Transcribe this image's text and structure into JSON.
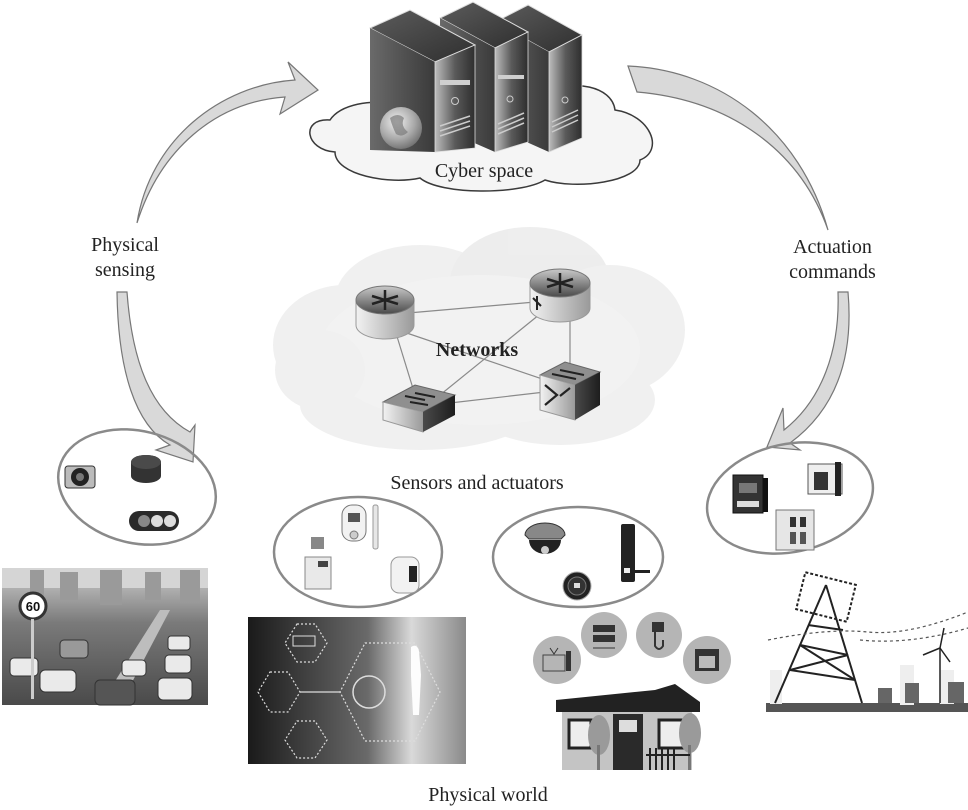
{
  "diagram": {
    "title": "Cyber-physical system loop",
    "colors": {
      "arrow_fill": "#d4d4d4",
      "arrow_stroke": "#777777",
      "ellipse_stroke": "#8a8a8a",
      "cloud_fill": "#f4f4f4",
      "server_dark": "#3a3a3a",
      "text": "#222222"
    },
    "labels": {
      "cyber_space": "Cyber space",
      "networks": "Networks",
      "physical_sensing_line1": "Physical",
      "physical_sensing_line2": "sensing",
      "actuation_commands_line1": "Actuation",
      "actuation_commands_line2": "commands",
      "sensors_actuators": "Sensors and actuators",
      "physical_world": "Physical world"
    },
    "cyber_space": {
      "servers": [
        "server",
        "server",
        "server"
      ],
      "globe": "globe-icon"
    },
    "networks": {
      "nodes": [
        {
          "kind": "router",
          "name": "router-1"
        },
        {
          "kind": "router",
          "name": "router-2"
        },
        {
          "kind": "switch",
          "name": "switch-1"
        },
        {
          "kind": "switch",
          "name": "switch-2"
        }
      ],
      "links": [
        [
          "router-1",
          "router-2"
        ],
        [
          "router-1",
          "switch-1"
        ],
        [
          "router-1",
          "switch-2"
        ],
        [
          "router-2",
          "switch-1"
        ],
        [
          "router-2",
          "switch-2"
        ],
        [
          "switch-1",
          "switch-2"
        ]
      ]
    },
    "device_groups": [
      {
        "name": "traffic-sensors",
        "items": [
          "camera-sensor",
          "radar-sensor",
          "traffic-light"
        ]
      },
      {
        "name": "medical-devices",
        "items": [
          "glucose-meter",
          "thermometer",
          "infusion-pump",
          "smart-wristband"
        ]
      },
      {
        "name": "home-devices",
        "items": [
          "dome-camera",
          "smart-lock",
          "smart-thermostat"
        ]
      },
      {
        "name": "grid-actuators",
        "items": [
          "relay-controller",
          "circuit-breaker",
          "contactor"
        ]
      }
    ],
    "scenes": [
      {
        "name": "traffic-scene",
        "sign_text": "60"
      },
      {
        "name": "healthcare-scene"
      },
      {
        "name": "smart-home-scene",
        "appliances": [
          "tv-icon",
          "router-icon",
          "plug-icon",
          "oven-icon"
        ]
      },
      {
        "name": "power-grid-scene"
      }
    ]
  }
}
